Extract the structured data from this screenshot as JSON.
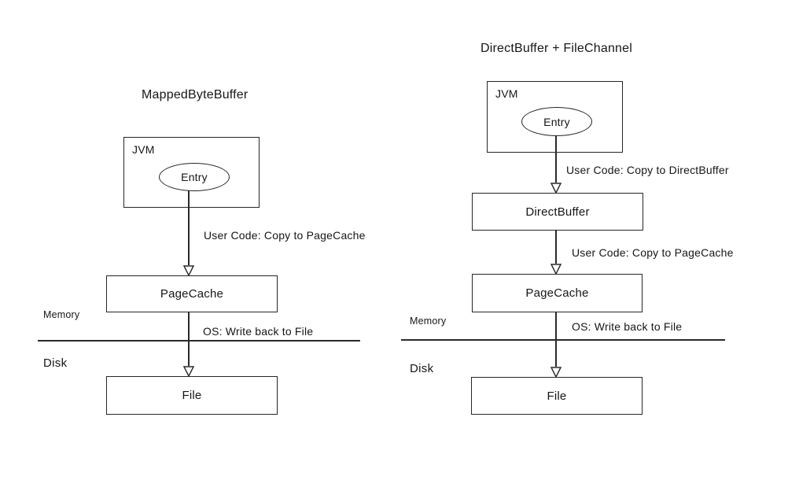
{
  "left": {
    "title": "MappedByteBuffer",
    "jvm_label": "JVM",
    "entry_label": "Entry",
    "arrow1_label": "User Code: Copy to PageCache",
    "pagecache_label": "PageCache",
    "arrow2_label": "OS: Write back to File",
    "memory_label": "Memory",
    "disk_label": "Disk",
    "file_label": "File"
  },
  "right": {
    "title": "DirectBuffer + FileChannel",
    "jvm_label": "JVM",
    "entry_label": "Entry",
    "arrow1_label": "User Code: Copy to DirectBuffer",
    "directbuffer_label": "DirectBuffer",
    "arrow2_label": "User Code: Copy to PageCache",
    "pagecache_label": "PageCache",
    "arrow3_label": "OS: Write back to File",
    "memory_label": "Memory",
    "disk_label": "Disk",
    "file_label": "File"
  },
  "colors": {
    "background": "#ffffff",
    "line": "#2a2a2a",
    "text": "#161616"
  }
}
